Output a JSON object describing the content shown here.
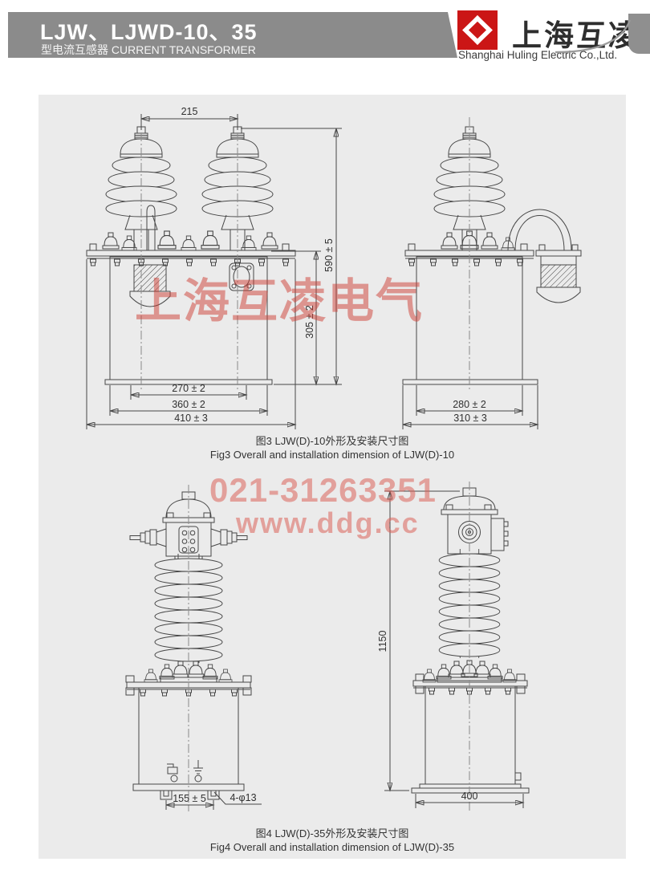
{
  "header": {
    "title": "LJW、LJWD-10、35",
    "subtitle_cn": "型电流互感器",
    "subtitle_en": "CURRENT TRANSFORMER",
    "logo": {
      "company_cn": "上海互凌",
      "company_en": "Shanghai Huling Electric Co.,Ltd.",
      "brand_color": "#cb1616"
    }
  },
  "watermarks": {
    "company": "上海互凌电气",
    "phone": "021-31263351",
    "website": "www.ddg.cc"
  },
  "fig3": {
    "caption_cn": "图3 LJW(D)-10外形及安装尺寸图",
    "caption_en": "Fig3 Overall and installation dimension of LJW(D)-10",
    "dims": {
      "terminal_span": "215",
      "overall_height": "590 ± 5",
      "body_height": "305 ± 2",
      "hole_span": "270 ± 2",
      "base_width": "360 ± 2",
      "overall_width": "410 ± 3",
      "side_body_width": "280 ± 2",
      "side_base_width": "310 ± 3"
    }
  },
  "fig4": {
    "caption_cn": "图4 LJW(D)-35外形及安装尺寸图",
    "caption_en": "Fig4 Overall and installation dimension of LJW(D)-35",
    "dims": {
      "overall_height": "1150",
      "base_width": "400",
      "foot_span": "155 ± 5",
      "mount_holes": "4-φ13"
    }
  }
}
